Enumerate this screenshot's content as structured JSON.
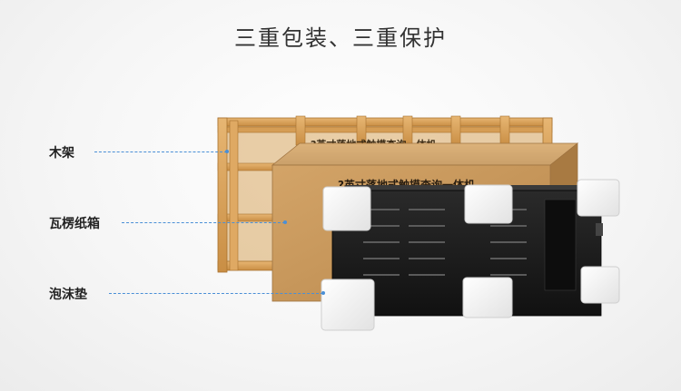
{
  "title": "三重包装、三重保护",
  "labels": {
    "crate": "木架",
    "carton": "瓦楞纸箱",
    "foam": "泡沫垫"
  },
  "packaging": {
    "carton_print_back": "?英寸落地式触摸查询一体机",
    "carton_print_front": "?英寸落地式触摸查询一体机"
  },
  "colors": {
    "title": "#333333",
    "leader": "#4a8fd6",
    "wood": "#d9a35c",
    "carton": "#c89a5a",
    "foam": "#f3f3f3",
    "device": "#1c1c1c"
  }
}
